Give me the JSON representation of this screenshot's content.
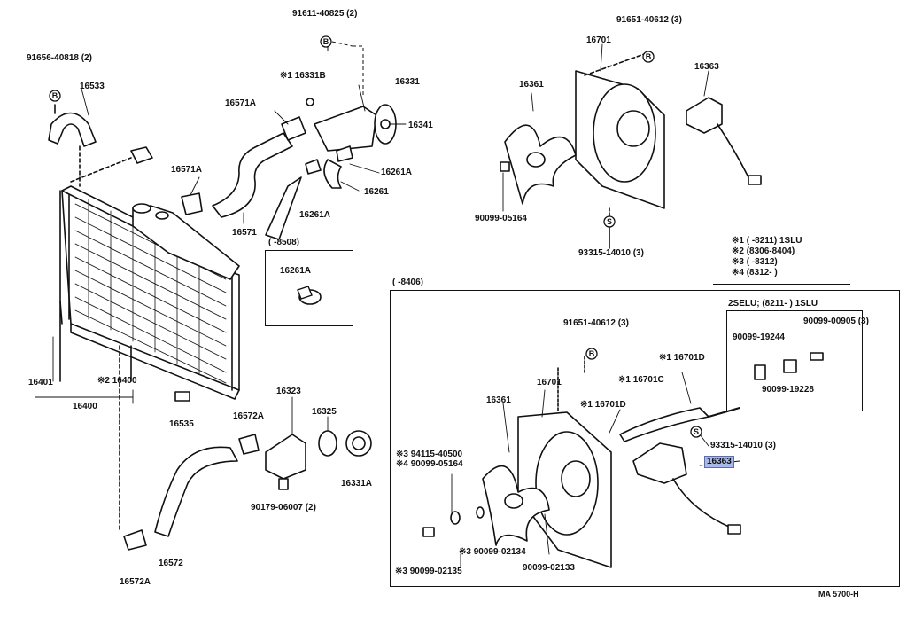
{
  "diagram": {
    "callouts": {
      "p91611": "91611-40825 (2)",
      "p91651a": "91651-40612 (3)",
      "p91656": "91656-40818 (2)",
      "p16533": "16533",
      "p16331b": "※1 16331B",
      "p16331": "16331",
      "p16571a_top": "16571A",
      "p16341": "16341",
      "p16261a_r": "16261A",
      "p16571a_mid": "16571A",
      "p16261": "16261",
      "p16261a_l": "16261A",
      "p16571": "16571",
      "p16701_top": "16701",
      "p16363_top": "16363",
      "p16361_top": "16361",
      "p90099_05164_top": "90099-05164",
      "p93315_top": "93315-14010 (3)",
      "p16401": "16401",
      "p16400_star": "※2 16400",
      "p16400": "16400",
      "p16535": "16535",
      "p16323": "16323",
      "p16325": "16325",
      "p16572a_top": "16572A",
      "p16331a": "16331A",
      "p90179": "90179-06007 (2)",
      "p16572": "16572",
      "p16572a_bot": "16572A",
      "p91651b": "91651-40612 (3)",
      "p116701d_top": "※1 16701D",
      "p16701": "16701",
      "p16701c": "※1 16701C",
      "p16361": "16361",
      "p116701d_mid": "※1 16701D",
      "p93315_bot": "93315-14010 (3)",
      "p16363_hl": "16363",
      "p94115": "※3 94115-40500",
      "p90099_05164": "※4 90099-05164",
      "p90099_02134": "※3 90099-02134",
      "p90099_02133": "90099-02133",
      "p90099_02135": "※3 90099-02135",
      "p90099_00905": "90099-00905 (3)",
      "p90099_19244": "90099-19244",
      "p90099_19228": "90099-19228",
      "p16261a_box": "16261A"
    },
    "boxes": {
      "small_range": "(      -8508)",
      "big_range": "(      -8406)",
      "inset_title": "2SELU; (8211-       ) 1SLU"
    },
    "legend": [
      "※1 (       -8211) 1SLU",
      "※2 (8306-8404)",
      "※3 (       -8312)",
      "※4 (8312-       )"
    ],
    "circle_marks": {
      "b": "B",
      "s": "S"
    },
    "footer_code": "MA 5700-H"
  }
}
